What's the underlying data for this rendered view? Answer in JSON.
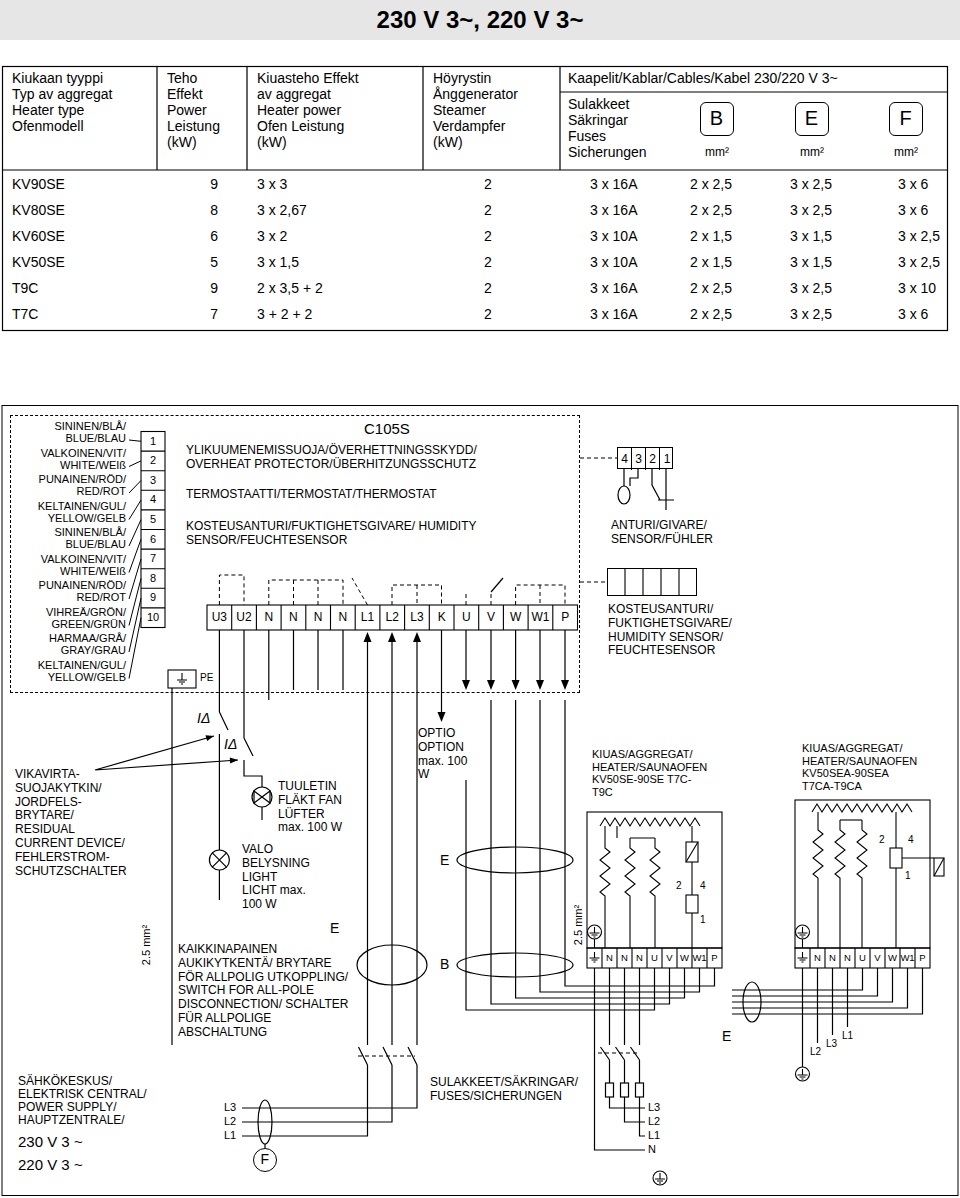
{
  "diagram": {
    "title": "230 V 3~, 220 V 3~",
    "nodes": [
      {
        "text": [
          "B"
        ]
      },
      {
        "text": [
          "E"
        ]
      },
      {
        "text": [
          "F"
        ]
      },
      {
        "text": [
          "C105S",
          "YLIKUUMENEMISSUOJA/ÖVERHETTNINGSSKYDD/ OVERHEAT PROTECTOR/ÜBERHITZUNGSSCHUTZ",
          "TERMOSTAATTI/TERMOSTAT/THERMOSTAT",
          "KOSTEUSANTURI/FUKTIGHETSGIVARE/ HUMIDITY SENSOR/FEUCHTESENSOR"
        ]
      },
      {
        "text": [
          "4",
          "3",
          "2",
          "1",
          "ANTURI/GIVARE/ SENSOR/FÜHLER"
        ]
      },
      {
        "text": [
          "KOSTEUSANTURI/ FUKTIGHETSGIVARE/ HUMIDITY SENSOR/ FEUCHTESENSOR"
        ]
      },
      {
        "text": [
          "F"
        ]
      }
    ],
    "edges": [
      {
        "from": 3,
        "to": 4,
        "arrow": "none"
      },
      {
        "from": 3,
        "to": 5,
        "arrow": "none"
      }
    ],
    "labels": [
      "Kiukaan tyyppi Typ av aggregat Heater type Ofenmodell",
      "Teho Effekt Power Leistung (kW)",
      "Kiuasteho Effekt av aggregat Heater power Ofen Leistung (kW)",
      "Höyrystin Ånggenerator Steamer Verdampfer (kW)",
      "Kaapelit/Kablar/Cables/Kabel 230/220 V 3~",
      "Sulakkeet Säkringar Fuses Sicherungen",
      "mm²",
      "mm²",
      "mm²",
      "KV90SE",
      "9",
      "3 x 3",
      "2",
      "3 x 16A",
      "2 x 2,5",
      "3 x 2,5",
      "3 x 6",
      "KV80SE",
      "8",
      "3 x 2,67",
      "2",
      "3 x 16A",
      "2 x 2,5",
      "3 x 2,5",
      "3 x 6",
      "KV60SE",
      "6",
      "3 x 2",
      "2",
      "3 x 10A",
      "2 x 1,5",
      "3 x 1,5",
      "3 x 2,5",
      "KV50SE",
      "5",
      "3 x 1,5",
      "2",
      "3 x 10A",
      "2 x 1,5",
      "3 x 1,5",
      "3 x 2,5",
      "T9C",
      "9",
      "2 x 3,5 + 2",
      "2",
      "3 x 16A",
      "2 x 2,5",
      "3 x 2,5",
      "3 x 10",
      "T7C",
      "7",
      "3 + 2 + 2",
      "2",
      "3 x 16A",
      "2 x 2,5",
      "3 x 2,5",
      "3 x 6",
      "SININEN/BLÅ/ BLUE/BLAU",
      "VALKOINEN/VIT/ WHITE/WEIß",
      "PUNAINEN/RÖD/ RED/ROT",
      "KELTAINEN/GUL/ YELLOW/GELB",
      "SININEN/BLÅ/ BLUE/BLAU",
      "VALKOINEN/VIT/ WHITE/WEIß",
      "PUNAINEN/RÖD/ RED/ROT",
      "VIHREÄ/GRÖN/ GREEN/GRÜN",
      "HARMAA/GRÅ/ GRAY/GRAU",
      "KELTAINEN/GUL/ YELLOW/GELB",
      "1",
      "2",
      "3",
      "4",
      "5",
      "6",
      "7",
      "8",
      "9",
      "10",
      "PE",
      "U3",
      "U2",
      "N",
      "N",
      "N",
      "N",
      "L1",
      "L2",
      "L3",
      "K",
      "U",
      "V",
      "W",
      "W1",
      "P",
      "IΔ",
      "IΔ",
      "VIKAVIRTA- SUOJAKYTKIN/ JORDFELS- BRYTARE/ RESIDUAL CURRENT DEVICE/ FEHLERSTROM- SCHUTZSCHALTER",
      "TUULETIN FLÄKT FAN LÜFTER max. 100 W",
      "VALO BELYSNING LIGHT LICHT max. 100 W",
      "2.5 mm²",
      "KAIKKINAPAINEN AUKIKYTKENTÄ/ BRYTARE FÖR ALLPOLIG UTKOPPLING/ SWITCH FOR ALL-POLE DISCONNECTION/ SCHALTER FÜR ALLPOLIGE ABSCHALTUNG",
      "E",
      "OPTIO OPTION max. 100 W",
      "E",
      "B",
      "2.5 mm²",
      "KIUAS/AGGREGAT/ HEATER/SAUNAOFEN KV50SE-90SE T7C-T9C",
      "KIUAS/AGGREGAT/ HEATER/SAUNAOFEN KV50SEA-90SEA T7CA-T9CA",
      "2",
      "4",
      "1",
      "N",
      "N",
      "N",
      "U",
      "V",
      "W",
      "W1",
      "P",
      "2",
      "4",
      "1",
      "N",
      "N",
      "N",
      "U",
      "V",
      "W",
      "W1",
      "P",
      "E",
      "SÄHKÖKESKUS/ ELEKTRISK CENTRAL/ POWER SUPPLY/ HAUPTZENTRALE/",
      "230 V 3 ~",
      "220 V 3 ~",
      "L3",
      "L2",
      "L1",
      "SULAKKEET/SÄKRINGAR/ FUSES/SICHERUNGEN",
      "L3",
      "L2",
      "L1",
      "N",
      "L2",
      "L3",
      "L1"
    ]
  }
}
